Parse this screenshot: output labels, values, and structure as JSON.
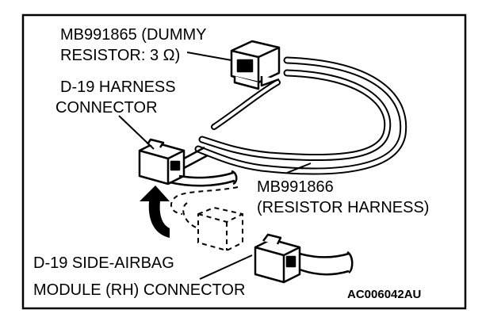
{
  "labels": {
    "dummy_resistor_line1": "MB991865 (DUMMY",
    "dummy_resistor_line2": "RESISTOR: 3 Ω)",
    "harness_connector_line1": "D-19 HARNESS",
    "harness_connector_line2": "CONNECTOR",
    "resistor_harness_line1": "MB991866",
    "resistor_harness_line2": "(RESISTOR HARNESS)",
    "airbag_connector_line1": "D-19 SIDE-AIRBAG",
    "airbag_connector_line2": "MODULE (RH) CONNECTOR",
    "figure_code": "AC006042AU"
  },
  "colors": {
    "line": "#000000",
    "background": "#ffffff"
  }
}
